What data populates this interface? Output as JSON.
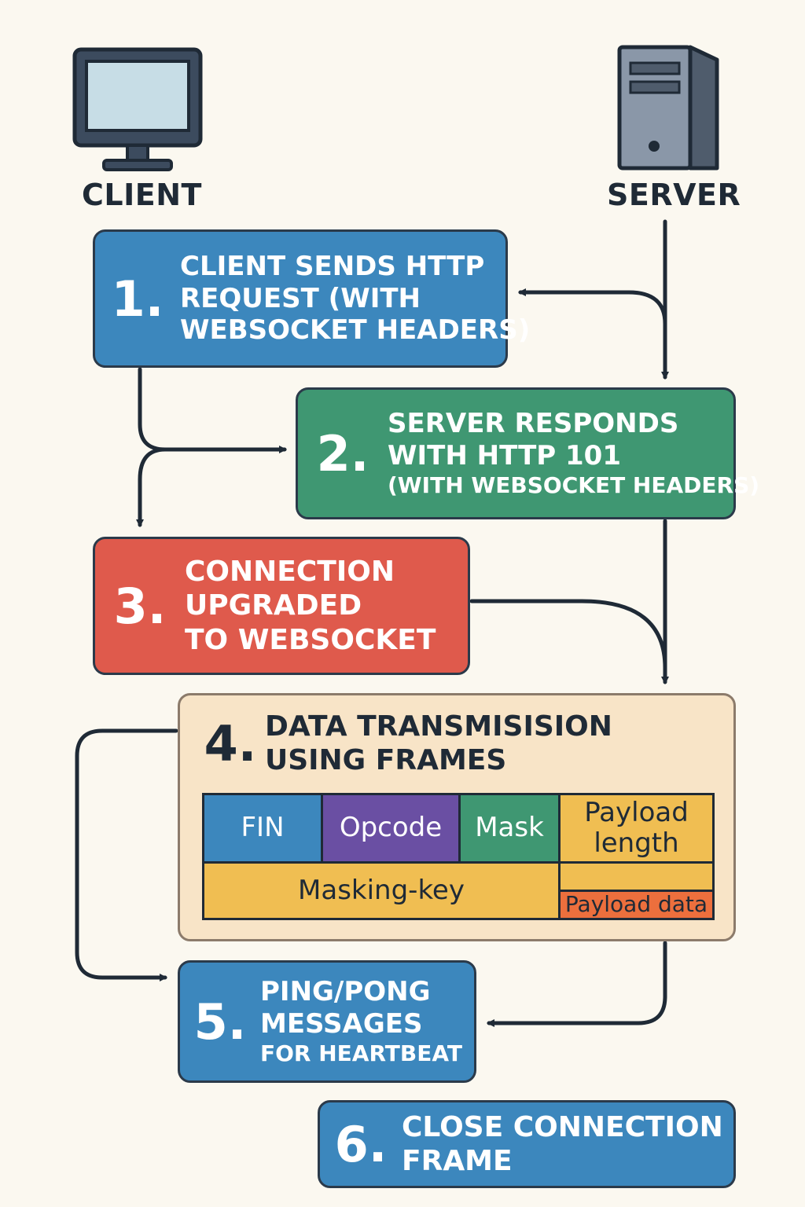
{
  "actors": {
    "client": {
      "label": "CLIENT",
      "icon": "monitor-icon"
    },
    "server": {
      "label": "SERVER",
      "icon": "server-tower-icon"
    }
  },
  "steps": [
    {
      "num": "1.",
      "lines": [
        "CLIENT SENDS HTTP",
        "REQUEST (WITH",
        "WEBSOCKET HEADERS)"
      ]
    },
    {
      "num": "2.",
      "lines": [
        "SERVER RESPONDS",
        "WITH HTTP 101",
        "(WITH WEBSOCKET HEADERS)"
      ]
    },
    {
      "num": "3.",
      "lines": [
        "CONNECTION",
        "UPGRADED",
        "TO WEBSOCKET"
      ]
    },
    {
      "num": "4.",
      "lines": [
        "DATA TRANSMISISION",
        "USING FRAMES"
      ]
    },
    {
      "num": "5.",
      "lines": [
        "PING/PONG",
        "MESSAGES",
        "FOR HEARTBEAT"
      ]
    },
    {
      "num": "6.",
      "lines": [
        "CLOSE CONNECTION",
        "FRAME"
      ]
    }
  ],
  "frame_fields": {
    "fin": "FIN",
    "opcode": "Opcode",
    "mask": "Mask",
    "payload_length_line1": "Payload",
    "payload_length_line2": "length",
    "masking_key": "Masking-key",
    "payload_data": "Payload data"
  },
  "colors": {
    "blue": "#3c87bd",
    "green": "#3f9772",
    "red": "#df5a4c",
    "beige": "#f8e4c7",
    "purple": "#6a4fa3",
    "yellow": "#f0be52",
    "orange": "#ec6f3d",
    "ink": "#1f2a36"
  }
}
